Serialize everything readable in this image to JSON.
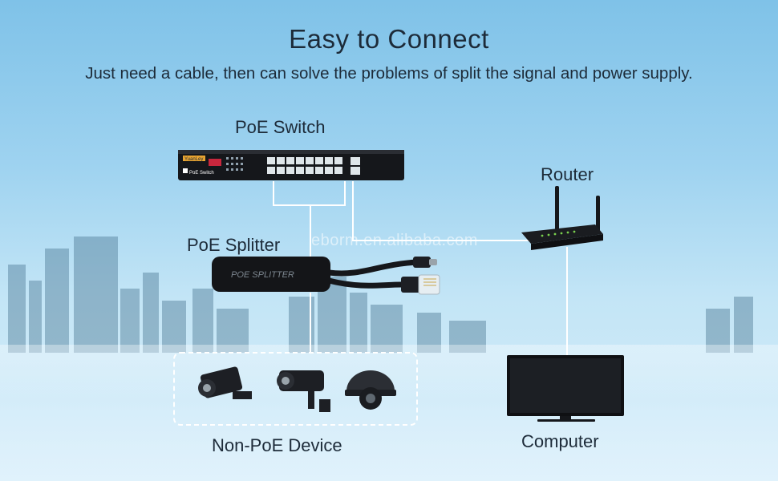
{
  "title": "Easy to Connect",
  "subtitle": "Just need a cable, then can solve the problems of split the signal and power supply.",
  "watermark": "eborm.en.alibaba.com",
  "nodes": {
    "switch": {
      "label": "PoE Switch",
      "brand": "YuanLey",
      "panel_text": "PoE Switch"
    },
    "splitter": {
      "label": "PoE Splitter",
      "body_text": "POE SPLITTER"
    },
    "router": {
      "label": "Router"
    },
    "computer": {
      "label": "Computer"
    },
    "devices": {
      "label": "Non-PoE Device"
    }
  },
  "colors": {
    "text": "#1d2b39",
    "cable": "#ffffff",
    "device_body": "#1a1c20",
    "port_led": "#7ad04e"
  }
}
